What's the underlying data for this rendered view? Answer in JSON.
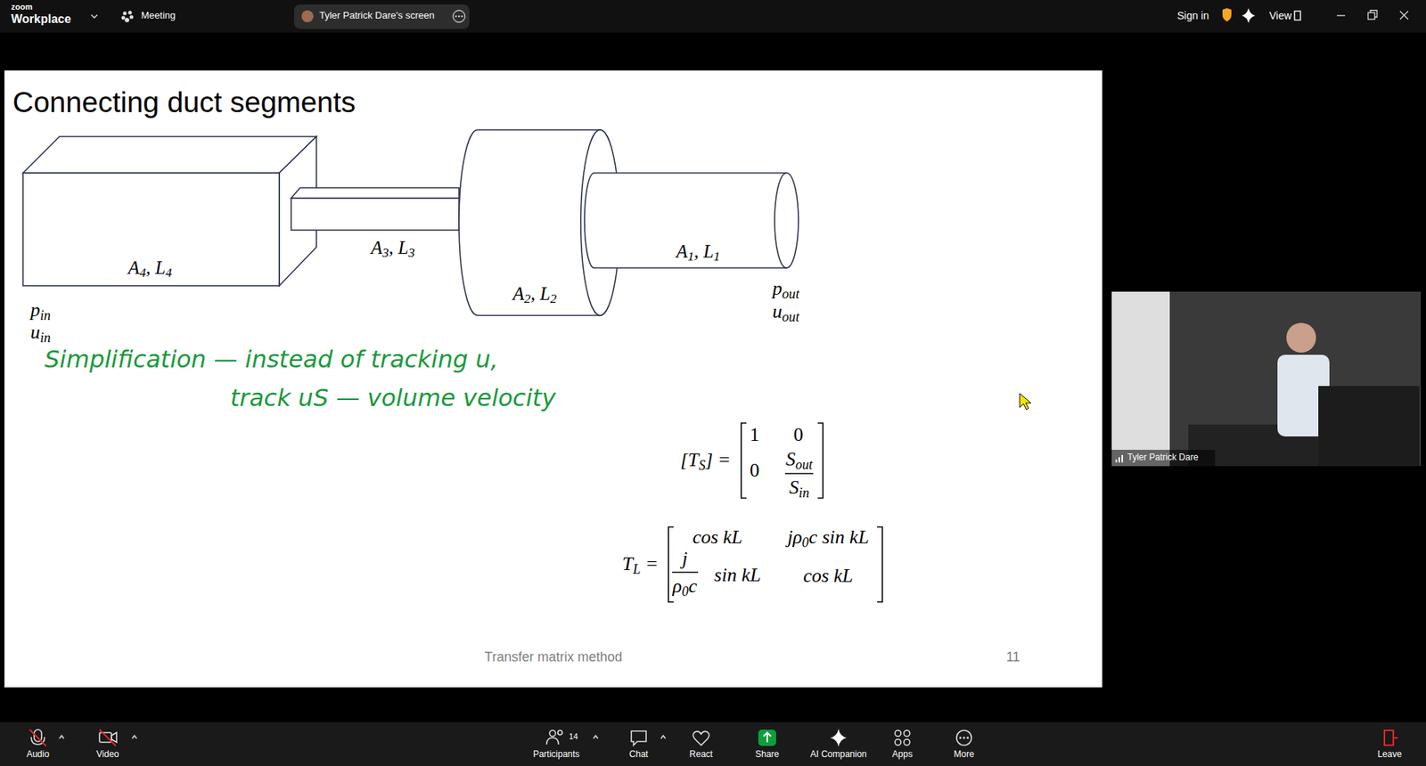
{
  "diagram": {
    "title": "Connecting duct segments",
    "nodes": [
      {
        "text": [
          "A4, L4"
        ]
      },
      {
        "text": [
          "A3, L3"
        ]
      },
      {
        "text": [
          "A2, L2"
        ]
      },
      {
        "text": [
          "A1, L1"
        ]
      }
    ],
    "labels": [
      "zoom",
      "Workplace",
      "Meeting",
      "Tyler Patrick Dare's screen",
      "Sign in",
      "View",
      "pin",
      "uin",
      "pout",
      "uout",
      "Simplification — instead of tracking u,",
      "track uS — volume velocity",
      "[TS] =",
      "1",
      "0",
      "0",
      "Sout",
      "Sin",
      "TL =",
      "cos kL",
      "jρ0c sin kL",
      "j",
      "ρ0c",
      "sin kL",
      "cos kL",
      "Transfer matrix method",
      "11",
      "Tyler Patrick Dare",
      "Audio",
      "Video",
      "14",
      "Participants",
      "Chat",
      "React",
      "Share",
      "AI Companion",
      "Apps",
      "More",
      "Leave"
    ]
  }
}
